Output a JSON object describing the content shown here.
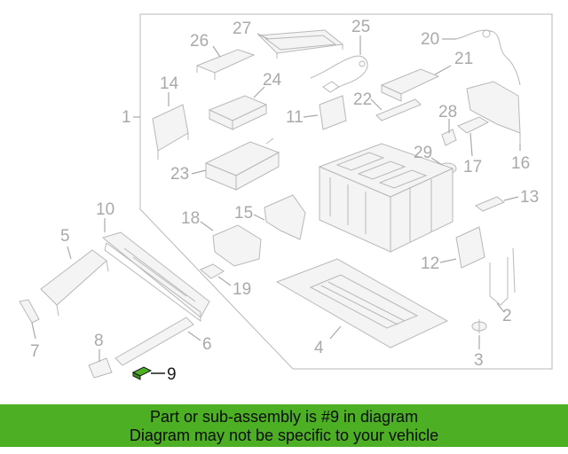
{
  "diagram": {
    "callouts": [
      "1",
      "2",
      "3",
      "4",
      "5",
      "6",
      "7",
      "8",
      "9",
      "10",
      "11",
      "12",
      "13",
      "14",
      "15",
      "16",
      "17",
      "18",
      "19",
      "20",
      "21",
      "22",
      "23",
      "24",
      "25",
      "26",
      "27",
      "28",
      "29"
    ],
    "highlighted_part": "9",
    "highlight_color": "#4caf24"
  },
  "banner": {
    "line1": "Part or sub-assembly is #9 in diagram",
    "line2": "Diagram may not be specific to your vehicle",
    "background_color": "#4caf24"
  }
}
